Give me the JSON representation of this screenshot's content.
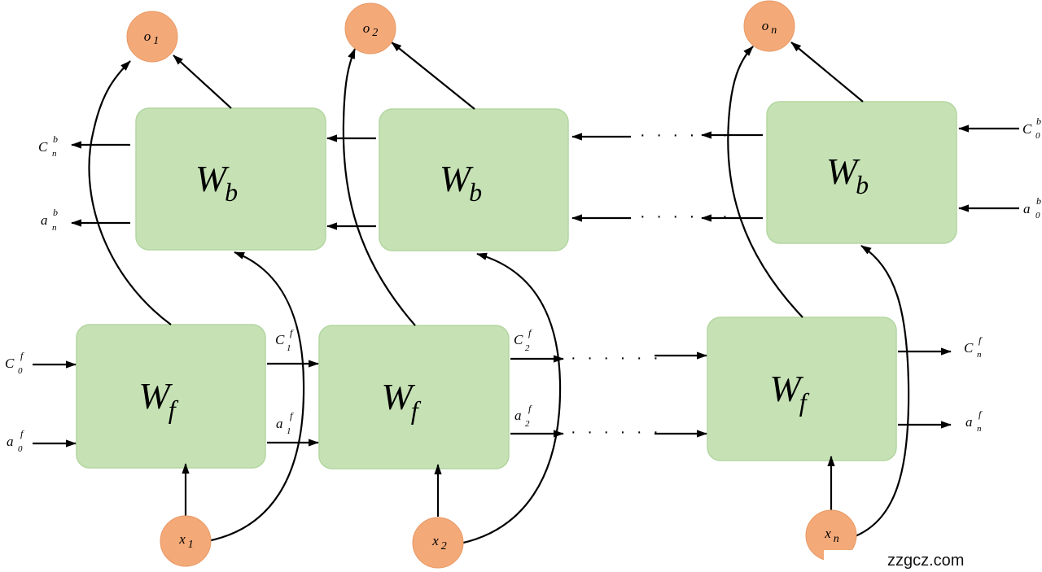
{
  "cells": {
    "backward": {
      "main": "W",
      "sub": "b"
    },
    "forward": {
      "main": "W",
      "sub": "f"
    }
  },
  "outputs": [
    {
      "main": "o",
      "sub": "1"
    },
    {
      "main": "o",
      "sub": "2"
    },
    {
      "main": "o",
      "sub": "n"
    }
  ],
  "inputs": [
    {
      "main": "x",
      "sub": "1"
    },
    {
      "main": "x",
      "sub": "2"
    },
    {
      "main": "x",
      "sub": "n"
    }
  ],
  "states": {
    "c_n_b": {
      "main": "C",
      "sup": "b",
      "sub": "n"
    },
    "a_n_b": {
      "main": "a",
      "sup": "b",
      "sub": "n"
    },
    "c_0_b": {
      "main": "C",
      "sup": "b",
      "sub": "0"
    },
    "a_0_b": {
      "main": "a",
      "sup": "b",
      "sub": "0"
    },
    "c_0_f": {
      "main": "C",
      "sup": "f",
      "sub": "0"
    },
    "a_0_f": {
      "main": "a",
      "sup": "f",
      "sub": "0"
    },
    "c_1_f": {
      "main": "C",
      "sup": "f",
      "sub": "1"
    },
    "a_1_f": {
      "main": "a",
      "sup": "f",
      "sub": "1"
    },
    "c_2_f": {
      "main": "C",
      "sup": "f",
      "sub": "2"
    },
    "a_2_f": {
      "main": "a",
      "sup": "f",
      "sub": "2"
    },
    "c_n_f": {
      "main": "C",
      "sup": "f",
      "sub": "n"
    },
    "a_n_f": {
      "main": "a",
      "sup": "f",
      "sub": "n"
    }
  },
  "ellipsis": "· · · · · ·",
  "watermark": "zzgcz.com",
  "colors": {
    "cell_fill": "#c6e2b5",
    "node_fill": "#f3a978",
    "arrow": "#000000"
  }
}
